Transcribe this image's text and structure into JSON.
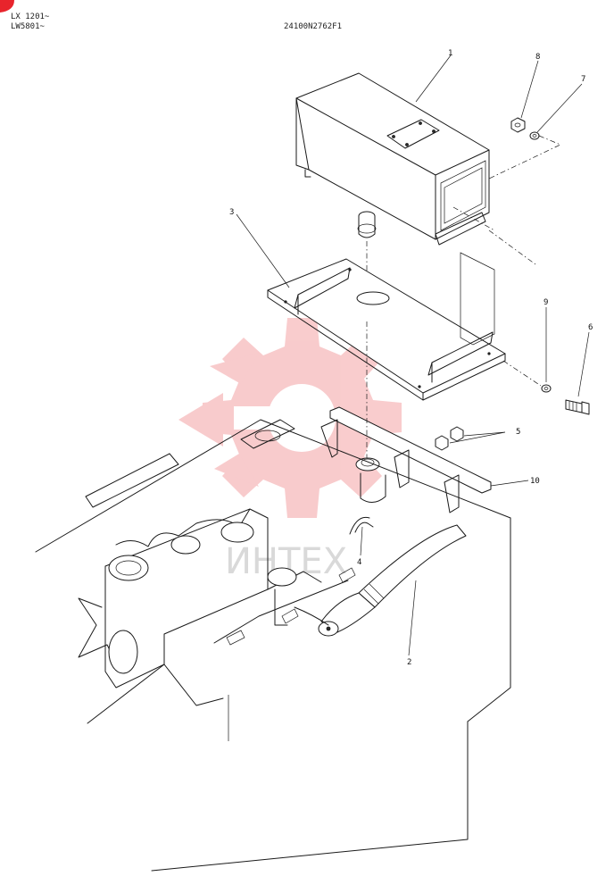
{
  "header": {
    "model_line_1": "LX 1201~",
    "model_line_2": "LW5801~",
    "drawing_code": "24100N2762F1"
  },
  "watermark": {
    "text": "ИНТЕХ",
    "color": "#e8474c"
  },
  "callouts": {
    "c1": "1",
    "c2": "2",
    "c3": "3",
    "c4": "4",
    "c5": "5",
    "c6": "6",
    "c7": "7",
    "c8": "8",
    "c9": "9",
    "c10": "10"
  },
  "corner_mark_color": "#e8242c",
  "icons": {
    "corner": "corner-badge-icon",
    "watermark": "gear-logo-icon"
  }
}
